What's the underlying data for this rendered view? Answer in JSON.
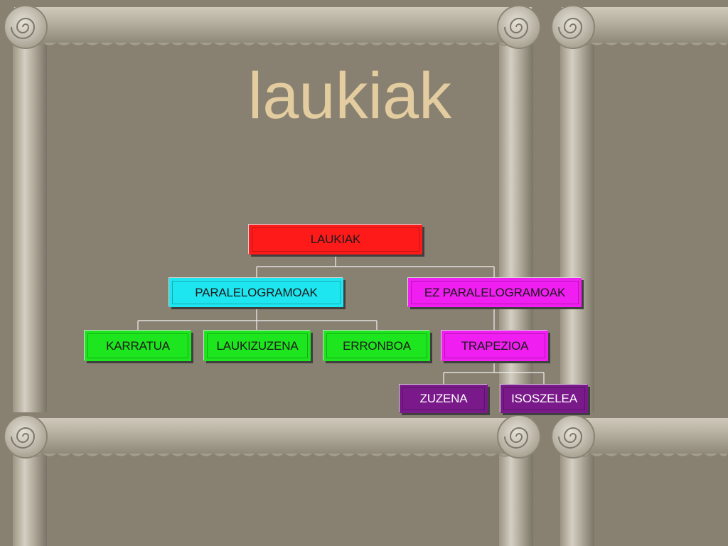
{
  "slide": {
    "title": "laukiak"
  },
  "diagram": {
    "root": {
      "label": "LAUKIAK",
      "color": "#ff1a1a"
    },
    "level1": [
      {
        "label": "PARALELOGRAMOAK",
        "color": "#1ee6f0"
      },
      {
        "label": "EZ PARALELOGRAMOAK",
        "color": "#f01ef0"
      }
    ],
    "level2": [
      {
        "label": "KARRATUA",
        "color": "#1ee61e"
      },
      {
        "label": "LAUKIZUZENA",
        "color": "#1ee61e"
      },
      {
        "label": "ERRONBOA",
        "color": "#1ee61e"
      },
      {
        "label": "TRAPEZIOA",
        "color": "#f01ef0"
      }
    ],
    "level3": [
      {
        "label": "ZUZENA",
        "color": "#7a1a8a",
        "text_color": "#ffffff"
      },
      {
        "label": "ISOSZELEA",
        "color": "#7a1a8a",
        "text_color": "#ffffff"
      }
    ]
  }
}
